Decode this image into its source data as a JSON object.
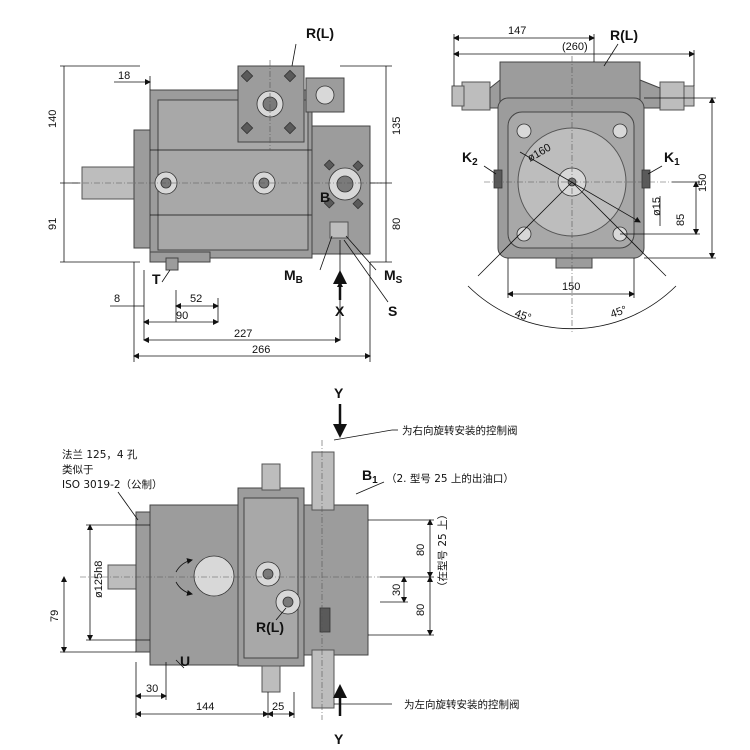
{
  "front_view": {
    "labels": {
      "port_r": "R(L)",
      "port_b": "B",
      "port_t": "T",
      "port_mb": "MB",
      "port_ms": "MS",
      "port_s": "S",
      "section_x": "X"
    },
    "dims": {
      "d18": "18",
      "d140": "140",
      "d91": "91",
      "d135": "135",
      "d80": "80",
      "d8": "8",
      "d52": "52",
      "d90": "90",
      "d227": "227",
      "d266": "266"
    }
  },
  "end_view": {
    "labels": {
      "port_r": "R(L)",
      "port_k2": "K2",
      "port_k1": "K1"
    },
    "dims": {
      "d147": "147",
      "d260": "(260)",
      "d160": "ø160",
      "d150v": "150",
      "d15": "ø15",
      "d85": "85",
      "d150h": "150",
      "a45l": "45°",
      "a45r": "45°"
    }
  },
  "top_view": {
    "labels": {
      "section_y_top": "Y",
      "section_y_bottom": "Y",
      "port_b1": "B1",
      "port_r": "R(L)",
      "port_u": "U"
    },
    "notes": {
      "flange_line1": "法兰 125，4 孔",
      "flange_line2": "类似于",
      "flange_line3": "ISO 3019-2（公制）",
      "right_valve": "为右向旋转安装的控制阀",
      "b1_note": "（2. 型号 25 上的出油口）",
      "size25_note": "（在型号 25 上）",
      "left_valve": "为左向旋转安装的控制阀"
    },
    "dims": {
      "d125": "ø125h8",
      "d79": "79",
      "d80a": "80",
      "d30r": "30",
      "d80b": "80",
      "d30": "30",
      "d144": "144",
      "d25": "25"
    }
  }
}
